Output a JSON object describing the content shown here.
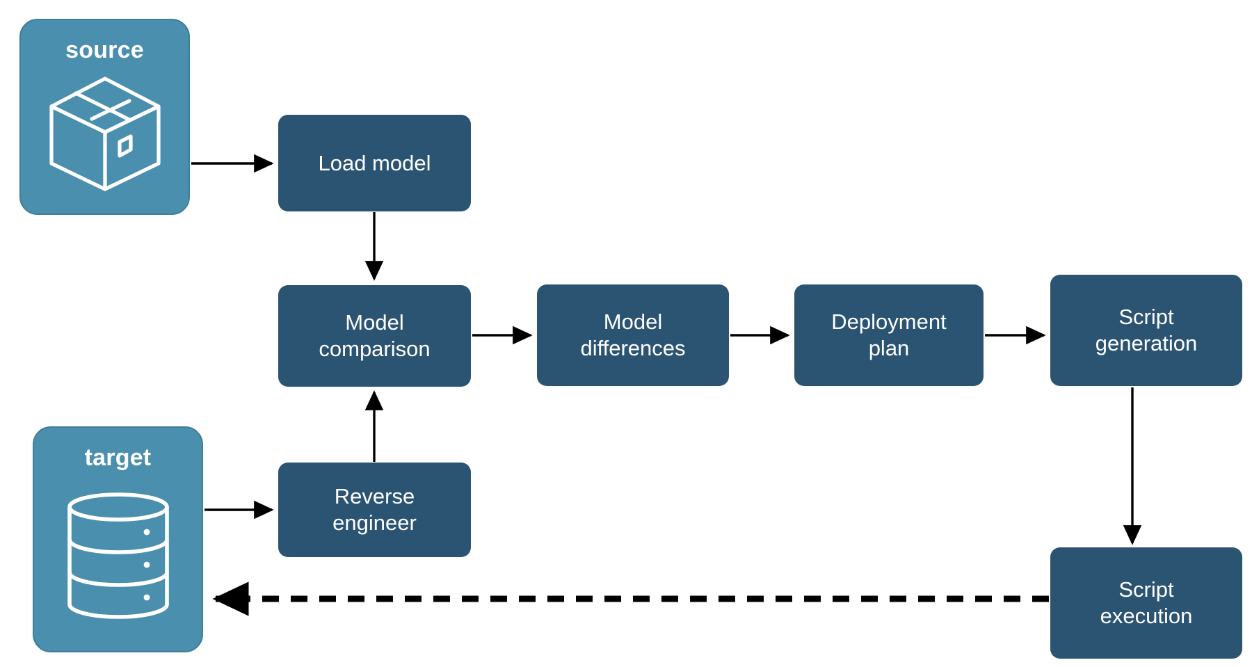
{
  "diagram": {
    "title": "Database schema compare and deployment flow",
    "background": "#ffffff",
    "colors": {
      "endpoint_fill": "#4a8fad",
      "endpoint_border": "#3f7d99",
      "process_fill": "#2b5472",
      "text_on_fill": "#ffffff",
      "edge_stroke": "#000000"
    }
  },
  "nodes": {
    "source": {
      "label": "source",
      "icon": "package-box-icon"
    },
    "target": {
      "label": "target",
      "icon": "database-cylinder-icon"
    },
    "load_model": {
      "label": "Load model"
    },
    "model_comparison": {
      "label": "Model\ncomparison"
    },
    "reverse_engineer": {
      "label": "Reverse\nengineer"
    },
    "model_differences": {
      "label": "Model\ndifferences"
    },
    "deployment_plan": {
      "label": "Deployment\nplan"
    },
    "script_generation": {
      "label": "Script\ngeneration"
    },
    "script_execution": {
      "label": "Script\nexecution"
    }
  },
  "edges": [
    {
      "id": "source-to-load-model",
      "from": "source",
      "to": "load_model",
      "style": "solid",
      "direction": "right"
    },
    {
      "id": "load-model-to-model-comparison",
      "from": "load_model",
      "to": "model_comparison",
      "style": "solid",
      "direction": "down"
    },
    {
      "id": "target-to-reverse-engineer",
      "from": "target",
      "to": "reverse_engineer",
      "style": "solid",
      "direction": "right"
    },
    {
      "id": "reverse-engineer-to-model-comparison",
      "from": "reverse_engineer",
      "to": "model_comparison",
      "style": "solid",
      "direction": "up"
    },
    {
      "id": "model-comparison-to-model-differences",
      "from": "model_comparison",
      "to": "model_differences",
      "style": "solid",
      "direction": "right"
    },
    {
      "id": "model-differences-to-deployment-plan",
      "from": "model_differences",
      "to": "deployment_plan",
      "style": "solid",
      "direction": "right"
    },
    {
      "id": "deployment-plan-to-script-generation",
      "from": "deployment_plan",
      "to": "script_generation",
      "style": "solid",
      "direction": "right"
    },
    {
      "id": "script-generation-to-script-execution",
      "from": "script_generation",
      "to": "script_execution",
      "style": "solid",
      "direction": "down"
    },
    {
      "id": "script-execution-to-target",
      "from": "script_execution",
      "to": "target",
      "style": "dashed",
      "direction": "left"
    }
  ]
}
